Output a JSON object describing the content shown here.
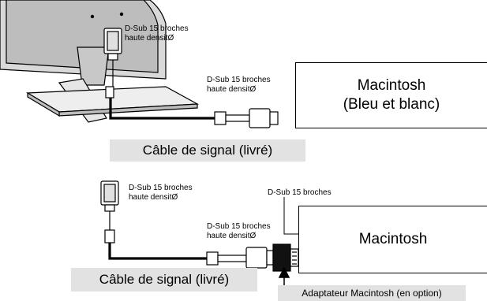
{
  "top_diagram": {
    "monitor_port_label": [
      "D-Sub 15 broches",
      "haute densitØ"
    ],
    "mac_port_label": [
      "D-Sub 15 broches",
      "haute densitØ"
    ],
    "computer": [
      "Macintosh",
      "(Bleu et blanc)"
    ],
    "cable_caption": "Câble de signal (livré)"
  },
  "bottom_diagram": {
    "cable_end_label": [
      "D-Sub 15 broches",
      "haute densitØ"
    ],
    "adapter_end_label": [
      "D-Sub 15 broches",
      "haute densitØ"
    ],
    "computer_port_label": "D-Sub 15 broches",
    "computer": "Macintosh",
    "cable_caption": "Câble de signal (livré)",
    "adapter_caption": "Adaptateur Macintosh (en option)"
  },
  "colors": {
    "caption_background": "#e2e2e2",
    "monitor_fill": "#d9d9d9"
  }
}
